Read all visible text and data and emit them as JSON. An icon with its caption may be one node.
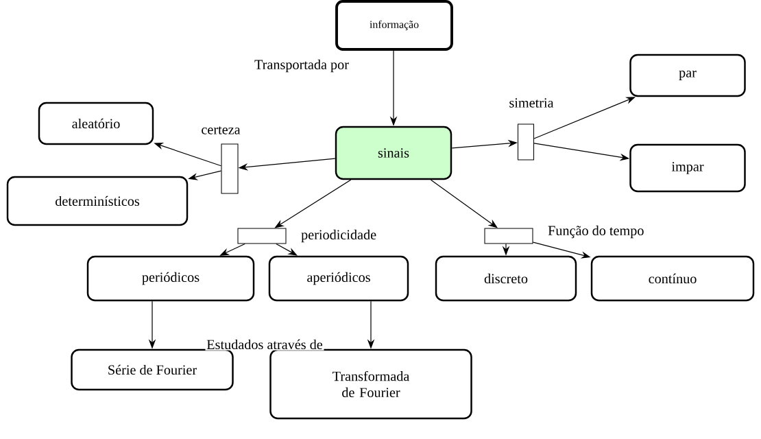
{
  "diagram": {
    "nodes": [
      {
        "text": [
          "informação"
        ]
      },
      {
        "text": [
          "sinais"
        ]
      },
      {
        "text": [
          "par"
        ]
      },
      {
        "text": [
          "impar"
        ]
      },
      {
        "text": [],
        "shape": "box",
        "beside": [
          "simetria"
        ]
      },
      {
        "text": [
          "aleatório"
        ]
      },
      {
        "text": [
          "determinísticos"
        ]
      },
      {
        "text": [],
        "shape": "box",
        "beside": [
          "certeza"
        ]
      },
      {
        "text": [],
        "shape": "box",
        "beside": [
          "periodicidade"
        ]
      },
      {
        "text": [],
        "shape": "box",
        "beside": [
          "Função do tempo"
        ]
      },
      {
        "text": [
          "periódicos"
        ]
      },
      {
        "text": [
          "aperiódicos"
        ]
      },
      {
        "text": [
          "discreto"
        ]
      },
      {
        "text": [
          "contínuo"
        ]
      },
      {
        "text": [
          "Série de Fourier"
        ]
      },
      {
        "text": [
          "Transformada de Fourier"
        ]
      }
    ],
    "edges": [
      {
        "from": 0,
        "to": 1,
        "arrow": "to",
        "label": "Transportada por"
      },
      {
        "from": 1,
        "to": 4,
        "arrow": "to"
      },
      {
        "from": 4,
        "to": 2,
        "arrow": "to"
      },
      {
        "from": 4,
        "to": 3,
        "arrow": "to"
      },
      {
        "from": 1,
        "to": 7,
        "arrow": "to"
      },
      {
        "from": 7,
        "to": 5,
        "arrow": "to"
      },
      {
        "from": 7,
        "to": 6,
        "arrow": "to"
      },
      {
        "from": 1,
        "to": 8,
        "arrow": "to"
      },
      {
        "from": 1,
        "to": 9,
        "arrow": "to"
      },
      {
        "from": 8,
        "to": 10,
        "arrow": "to"
      },
      {
        "from": 8,
        "to": 11,
        "arrow": "to"
      },
      {
        "from": 9,
        "to": 12,
        "arrow": "to"
      },
      {
        "from": 9,
        "to": 13,
        "arrow": "to"
      },
      {
        "from": 10,
        "to": 14,
        "arrow": "to"
      },
      {
        "from": 11,
        "to": 15,
        "arrow": "to"
      }
    ],
    "labels": [
      "Estudados através de"
    ]
  }
}
